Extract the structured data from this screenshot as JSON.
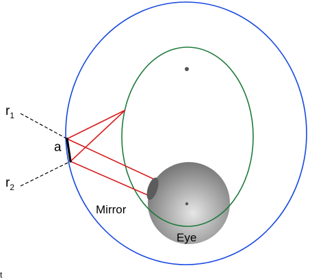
{
  "labels": {
    "r1": "r",
    "r1_sub": "1",
    "r2": "r",
    "r2_sub": "2",
    "a": "a",
    "mirror": "Mirror",
    "eye": "Eye",
    "stray": "t"
  },
  "colors": {
    "outer_ellipse": "#1447e0",
    "inner_ellipse": "#1e7a3c",
    "rays": "#d81b1b",
    "mirror_segment": "#000000",
    "dashed_rays": "#000000",
    "eye_light": "#e6e6e6",
    "eye_dark": "#7a7a7a",
    "pupil": "#5c5c5c",
    "focus_point": "#555555"
  }
}
